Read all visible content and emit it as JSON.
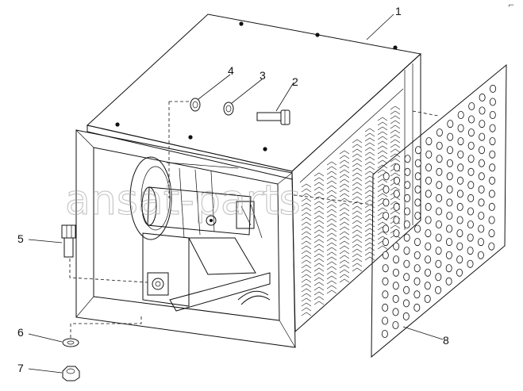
{
  "diagram": {
    "watermark": "ansat-parts",
    "corner_mark": "⌐",
    "callouts": [
      {
        "id": "1",
        "text": "1"
      },
      {
        "id": "2",
        "text": "2"
      },
      {
        "id": "3",
        "text": "3"
      },
      {
        "id": "4",
        "text": "4"
      },
      {
        "id": "5",
        "text": "5"
      },
      {
        "id": "6",
        "text": "6"
      },
      {
        "id": "7",
        "text": "7"
      },
      {
        "id": "8",
        "text": "8"
      }
    ]
  }
}
